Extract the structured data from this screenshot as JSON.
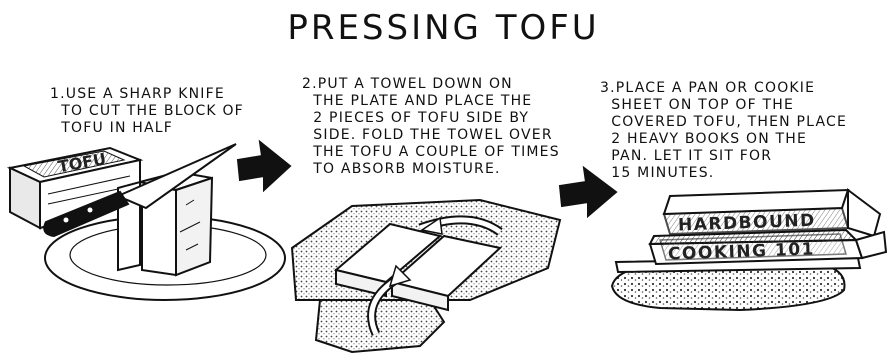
{
  "title": "PRESSING TOFU",
  "steps": [
    {
      "text": "1.USE A SHARP KNIFE\n  TO CUT THE BLOCK OF\n  TOFU IN HALF"
    },
    {
      "text": "2.PUT A TOWEL DOWN ON\n  THE PLATE AND PLACE THE\n  2 PIECES OF TOFU SIDE BY\n  SIDE. FOLD THE TOWEL OVER\n  THE TOFU A COUPLE OF TIMES\n  TO ABSORB MOISTURE."
    },
    {
      "text": "3.PLACE A PAN OR COOKIE\n  SHEET ON TOP OF THE\n  COVERED TOFU, THEN PLACE\n  2 HEAVY BOOKS ON THE\n  PAN. LET IT SIT FOR\n  15 MINUTES."
    }
  ],
  "package_label": "TOFU",
  "books": [
    {
      "title": "HARDBOUND"
    },
    {
      "title": "COOKING 101"
    }
  ],
  "colors": {
    "ink": "#111111",
    "background": "#ffffff",
    "shade": "#cfcfcf"
  },
  "icons": [
    "right-arrow-icon",
    "right-arrow-icon",
    "knife-icon",
    "curved-arrow-icon",
    "curved-arrow-icon"
  ]
}
